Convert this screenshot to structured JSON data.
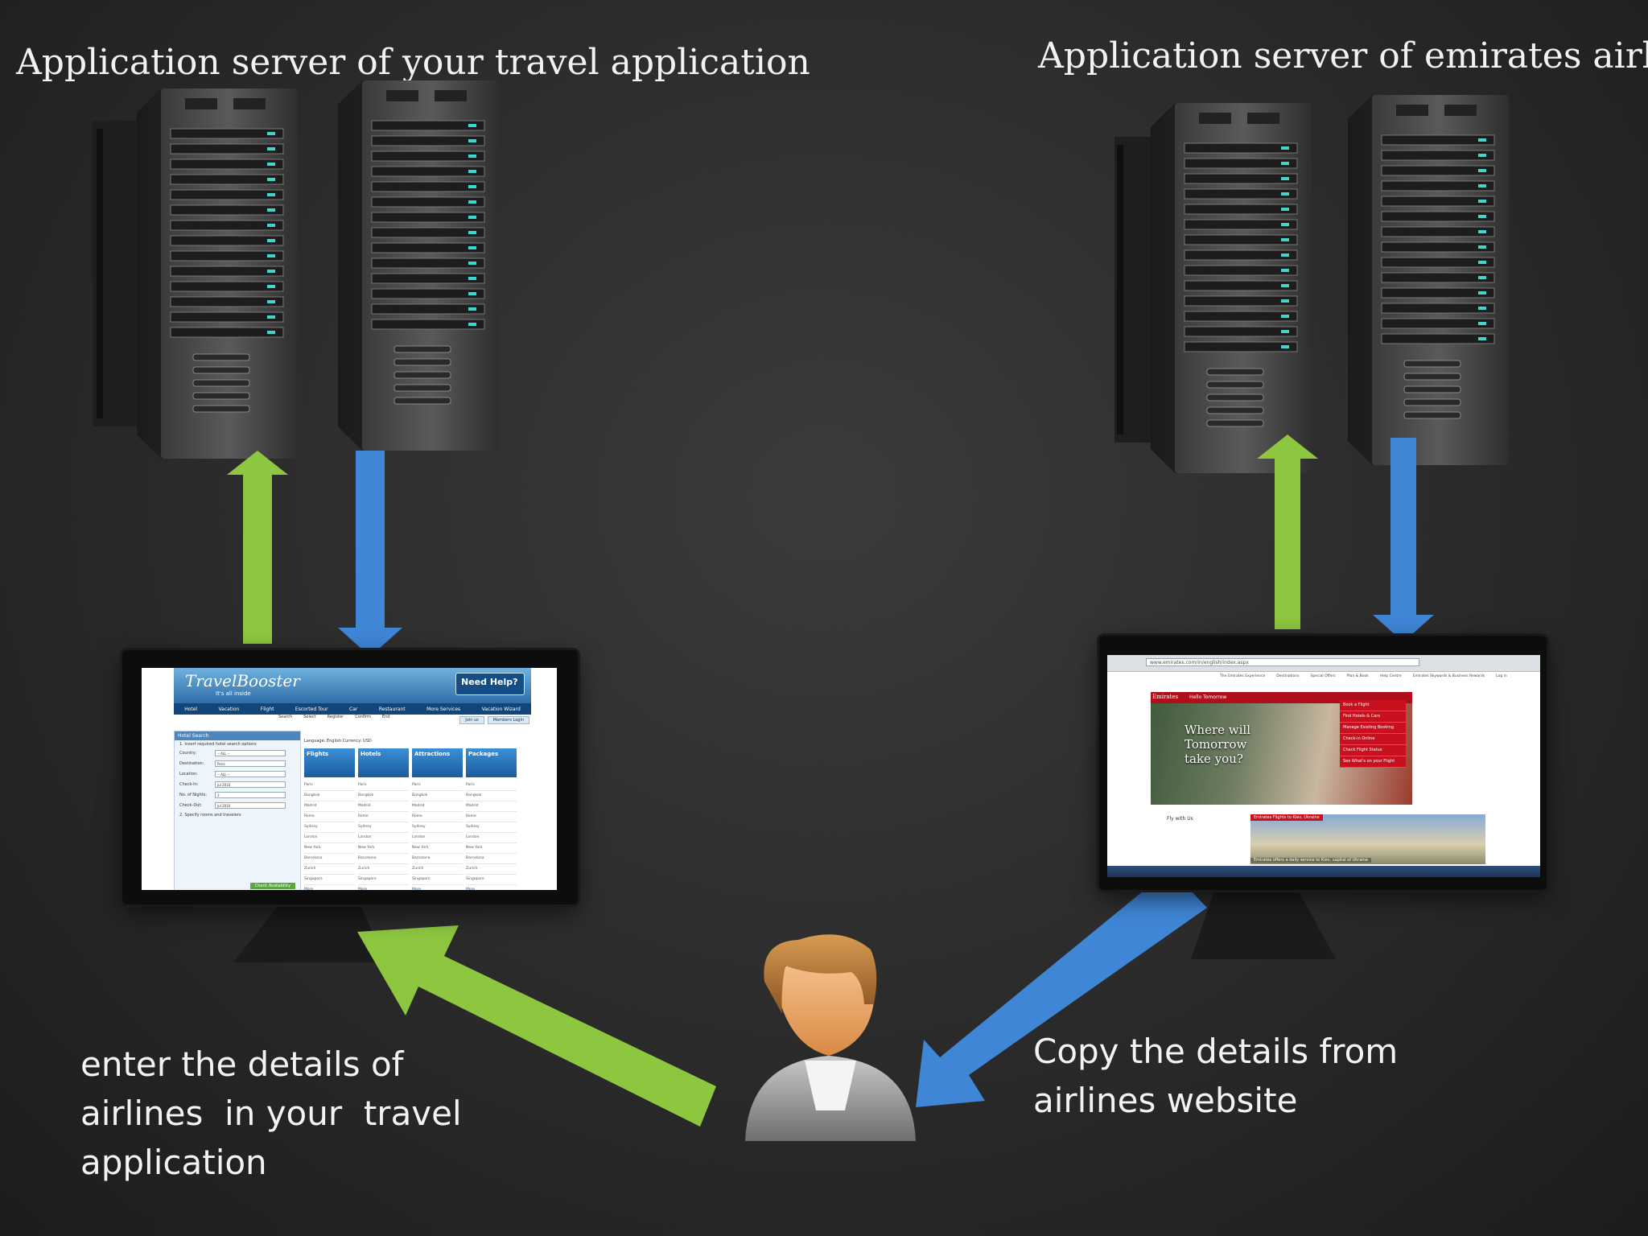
{
  "titles": {
    "left": "Application server of your travel application",
    "right": "Application server of emirates airlines"
  },
  "captions": {
    "left": [
      "enter the details of",
      "airlines  in your  travel",
      "application"
    ],
    "right": [
      "Copy the details from",
      "airlines website"
    ]
  },
  "colors": {
    "green_arrow": "#8dc63f",
    "blue_arrow": "#3f86d6",
    "led": "#3fd6d0",
    "background": "#2a2a2a"
  },
  "travel_screen": {
    "logo": "TravelBooster",
    "tagline": "It's all inside",
    "help": "Need Help?",
    "nav": [
      "Hotel",
      "Vacation",
      "Flight",
      "Escorted Tour",
      "Car",
      "Restaurant",
      "More Services",
      "Vacation Wizard"
    ],
    "steps": [
      "Search",
      "Select",
      "Register",
      "Confirm",
      "End"
    ],
    "buttons": [
      "Join us",
      "Members Login"
    ],
    "form_head": "Hotel Search",
    "form_note": "1. Insert required hotel search options",
    "form_rows": [
      {
        "label": "Country:",
        "value": "-- ALL --"
      },
      {
        "label": "Destination:",
        "value": "Paris"
      },
      {
        "label": "Location:",
        "value": "-- ALL --"
      },
      {
        "label": "Check-In:",
        "value": "Jul 2010"
      },
      {
        "label": "No. of Nights:",
        "value": "3"
      },
      {
        "label": "Check-Out:",
        "value": "Jul 2010"
      }
    ],
    "form_note2": "2. Specify rooms and travelers",
    "check_button": "Check Availability",
    "lang_row": "Language: English     Currency: USD",
    "cards": [
      "Flights",
      "Hotels",
      "Attractions",
      "Packages"
    ],
    "cities": [
      "Paris",
      "Bangkok",
      "Madrid",
      "Rome",
      "Sydney",
      "London",
      "New York",
      "Barcelona",
      "Zurich",
      "Singapore"
    ],
    "more": "More"
  },
  "emirates_screen": {
    "url": "www.emirates.com/in/english/index.aspx",
    "nav": [
      "The Emirates Experience",
      "Destinations",
      "Special Offers",
      "Plan & Book",
      "Help Centre",
      "Emirates Skywards & Business Rewards",
      "Log in"
    ],
    "logo": "Emirates",
    "hello": "Hello Tomorrow",
    "hero": [
      "Where will",
      "Tomorrow",
      "take you?"
    ],
    "menu": [
      "Book a Flight",
      "Find Hotels & Cars",
      "Manage Existing Booking",
      "Check-in Online",
      "Check Flight Status",
      "See What's on your Flight"
    ],
    "fly": "Fly with Us",
    "news_head": "Emirates Flights to Kiev, Ukraine",
    "news_foot": "Emirates offers a daily service to Kiev, capital of Ukraine"
  }
}
